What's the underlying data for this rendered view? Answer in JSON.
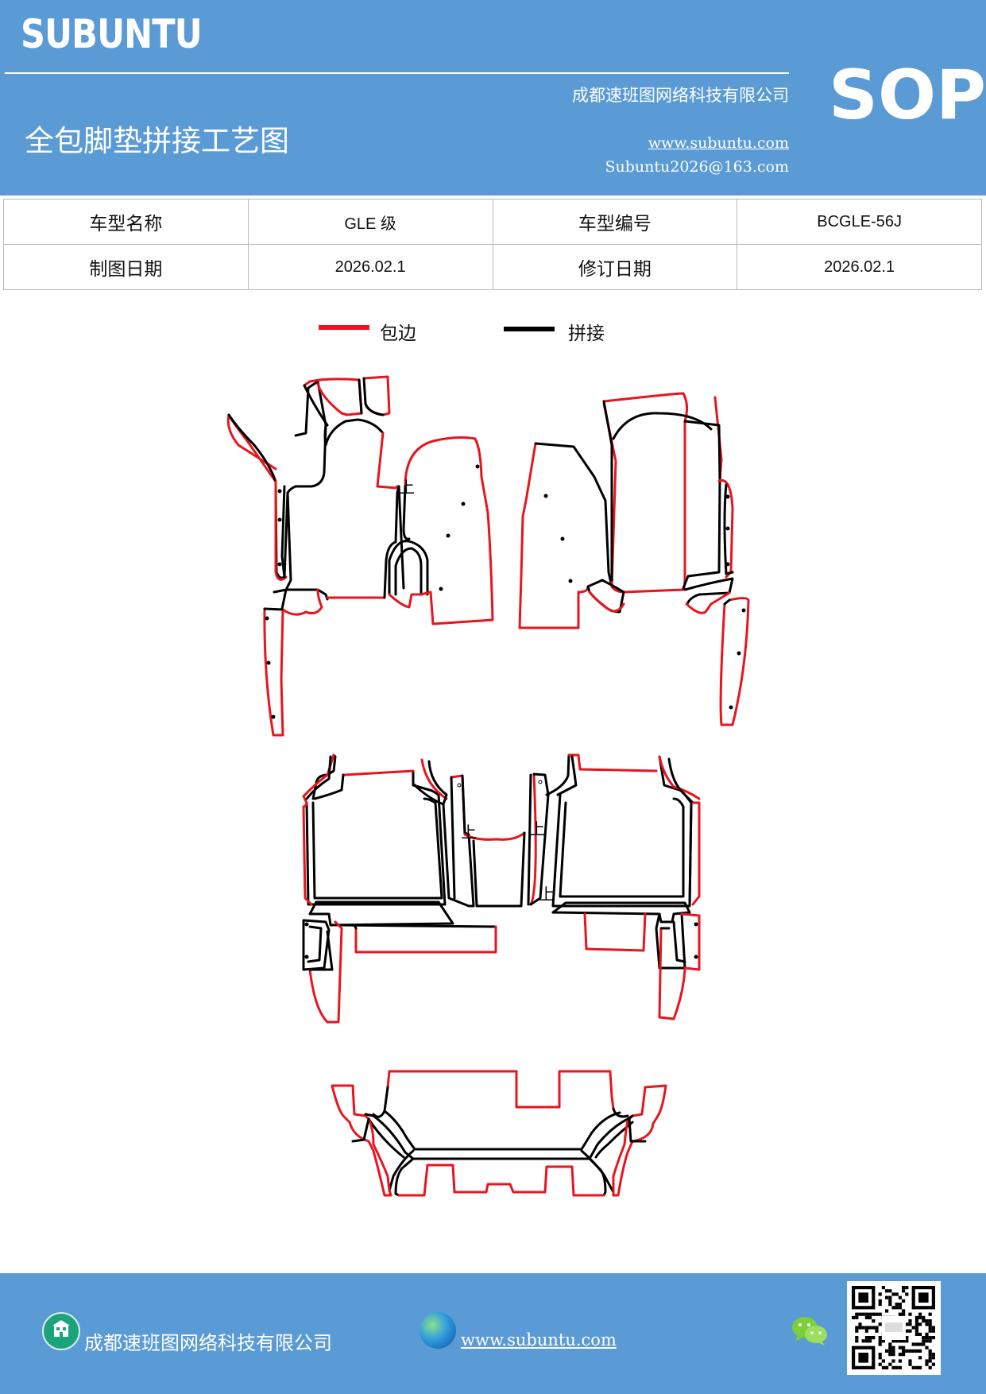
{
  "header": {
    "brand": "SUBUNTU",
    "company": "成都速班图网络科技有限公司",
    "title": "全包脚垫拼接工艺图",
    "website": "www.subuntu.com",
    "email": "Subuntu2026@163.com",
    "badge": "SOP"
  },
  "info": {
    "model_name_label": "车型名称",
    "model_name_value": "GLE 级",
    "model_code_label": "车型编号",
    "model_code_value": "BCGLE-56J",
    "draw_date_label": "制图日期",
    "draw_date_value": "2026.02.1",
    "revise_date_label": "修订日期",
    "revise_date_value": "2026.02.1"
  },
  "legend": {
    "edge_label": "包边",
    "edge_color": "#e8141e",
    "seam_label": "拼接",
    "seam_color": "#000000"
  },
  "drawing": {
    "up_mark": "上"
  },
  "footer": {
    "company": "成都速班图网络科技有限公司",
    "website": "www.subuntu.com",
    "icons": [
      "building-icon",
      "globe-icon",
      "wechat-icon",
      "qr-code"
    ]
  }
}
